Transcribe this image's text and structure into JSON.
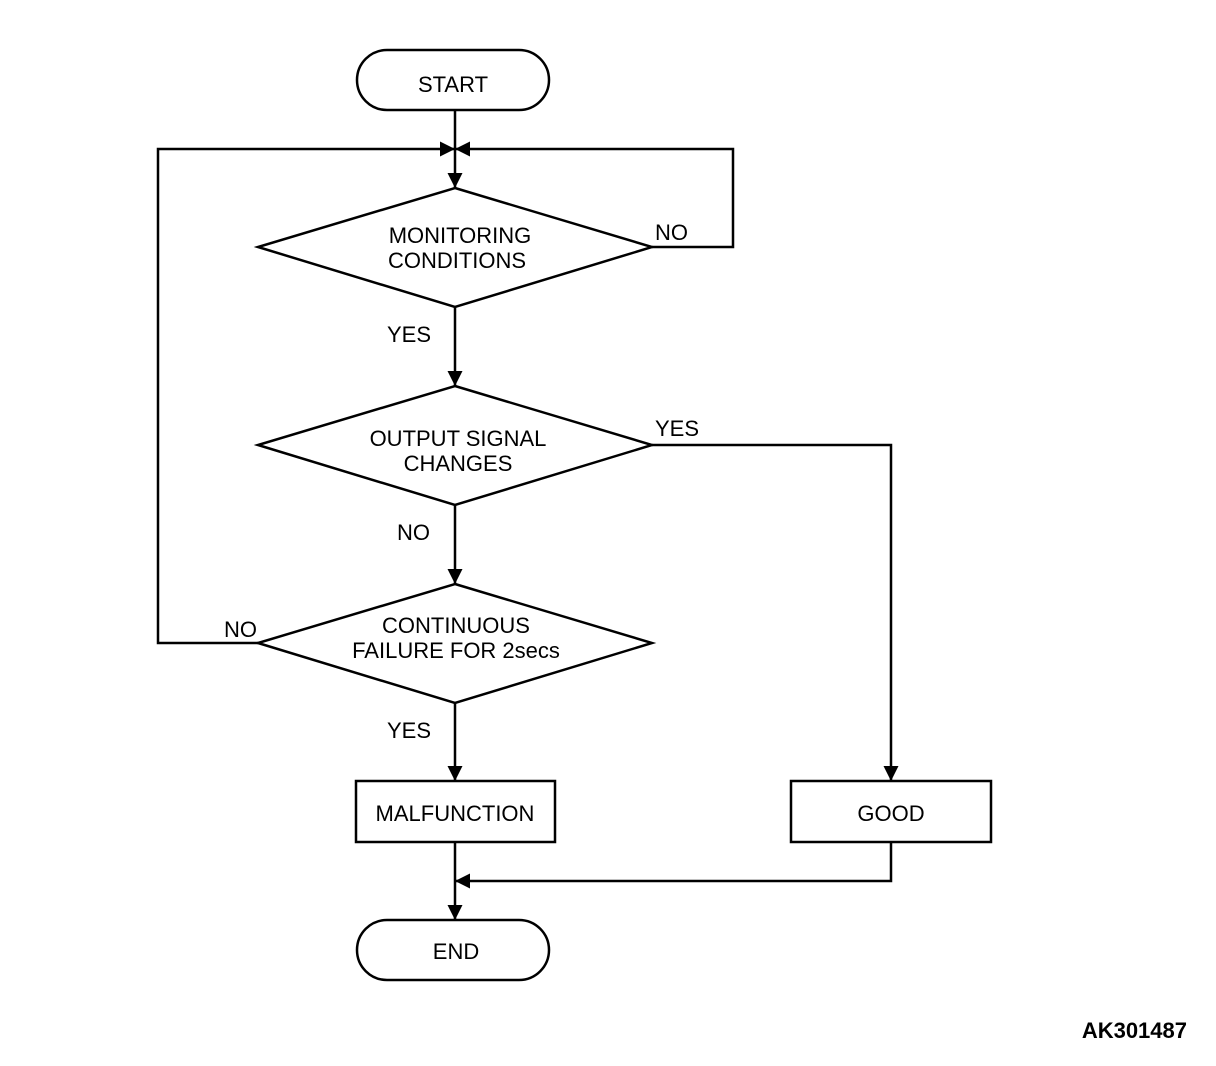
{
  "nodes": {
    "start": "START",
    "monitoring": [
      "MONITORING",
      "CONDITIONS"
    ],
    "output_signal": [
      "OUTPUT SIGNAL",
      "CHANGES"
    ],
    "continuous": [
      "CONTINUOUS",
      "FAILURE FOR 2secs"
    ],
    "malfunction": "MALFUNCTION",
    "good": "GOOD",
    "end": "END"
  },
  "edge_labels": {
    "monitoring_no": "NO",
    "monitoring_yes": "YES",
    "output_yes": "YES",
    "output_no": "NO",
    "continuous_no": "NO",
    "continuous_yes": "YES"
  },
  "figure_id": "AK301487"
}
